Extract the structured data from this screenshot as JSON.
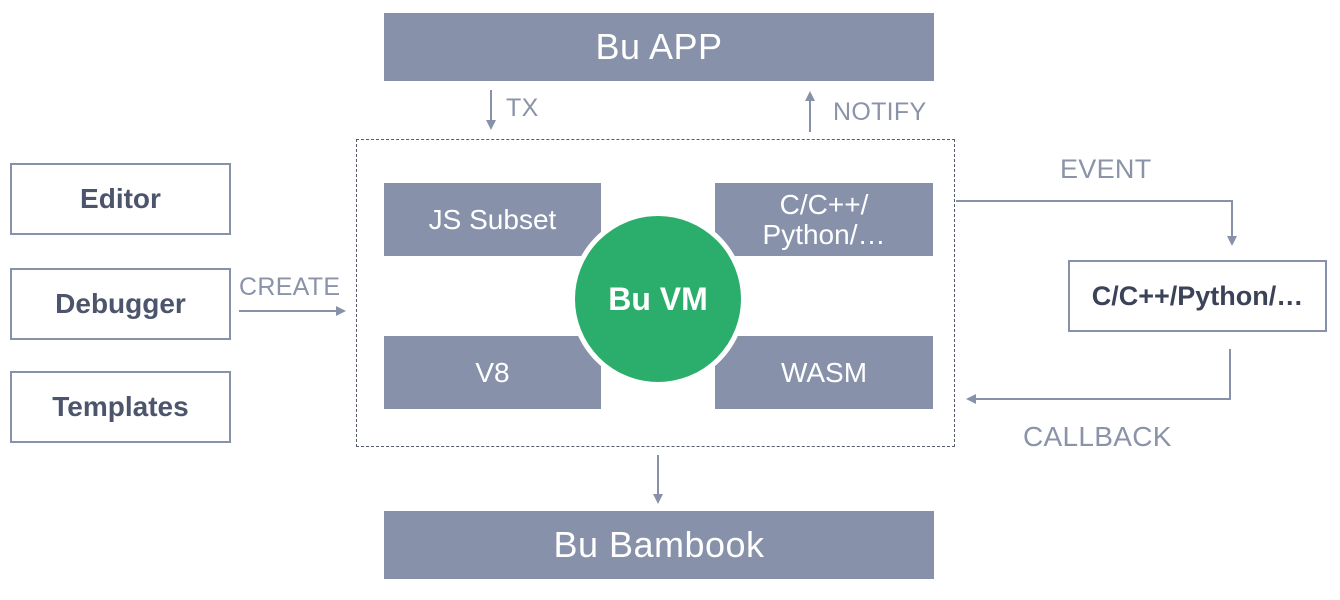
{
  "top_bar": {
    "label": "Bu APP"
  },
  "bottom_bar": {
    "label": "Bu Bambook"
  },
  "tools": [
    {
      "label": "Editor"
    },
    {
      "label": "Debugger"
    },
    {
      "label": "Templates"
    }
  ],
  "vm": {
    "center_label": "Bu VM",
    "js_subset": "JS Subset",
    "c_python_line1": "C/C++/",
    "c_python_line2": "Python/…",
    "v8": "V8",
    "wasm": "WASM"
  },
  "external": {
    "label": "C/C++/Python/…"
  },
  "arrow_labels": {
    "tx": "TX",
    "notify": "NOTIFY",
    "create": "CREATE",
    "event": "EVENT",
    "callback": "CALLBACK"
  },
  "colors": {
    "box_fill": "#8792aa",
    "vm_green": "#2bae6b",
    "label_text": "#8a93a8",
    "arrow": "#8792aa"
  }
}
